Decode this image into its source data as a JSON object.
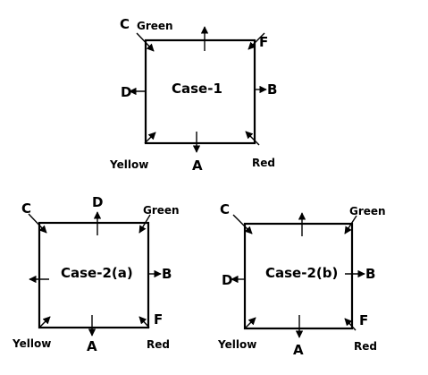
{
  "colors": {
    "line": "#000000",
    "background": "#ffffff"
  },
  "case1": {
    "title": "Case-1",
    "C": "C",
    "D": "D",
    "B": "B",
    "A": "A",
    "F": "F",
    "green": "Green",
    "yellow": "Yellow",
    "red": "Red"
  },
  "case2a": {
    "title": "Case-2(a)",
    "C": "C",
    "D": "D",
    "B": "B",
    "A": "A",
    "F": "F",
    "green": "Green",
    "yellow": "Yellow",
    "red": "Red"
  },
  "case2b": {
    "title": "Case-2(b)",
    "C": "C",
    "D": "D",
    "B": "B",
    "A": "A",
    "F": "F",
    "green": "Green",
    "yellow": "Yellow",
    "red": "Red"
  }
}
